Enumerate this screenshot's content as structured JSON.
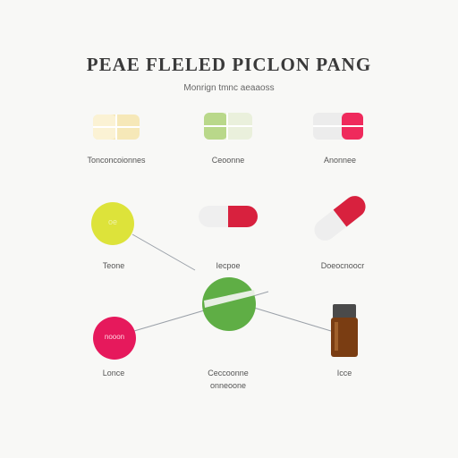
{
  "header": {
    "title": "PEAE FLELED PICLON PANG",
    "subtitle": "Monrign tmnc aeaaoss"
  },
  "items": {
    "tablet_yellow": {
      "label": "Tonconcoionnes"
    },
    "tablet_green": {
      "label": "Ceoonne"
    },
    "tablet_red": {
      "label": "Anonnee"
    },
    "dot_yellow": {
      "label": "Teone",
      "text": "oe"
    },
    "capsule_center": {
      "label": "Iecpoe"
    },
    "capsule_tilted": {
      "label": "Doeocnoocr"
    },
    "dot_pink": {
      "label": "Lonce",
      "text": "nooon"
    },
    "disc_green": {
      "label": "Ceccoonne",
      "label2": "onneoone"
    },
    "bottle": {
      "label": "Icce"
    }
  },
  "colors": {
    "yellow": "#dde33a",
    "pink": "#e6195c",
    "green": "#5fae45",
    "red": "#d8213e",
    "amber": "#7a3d12"
  }
}
